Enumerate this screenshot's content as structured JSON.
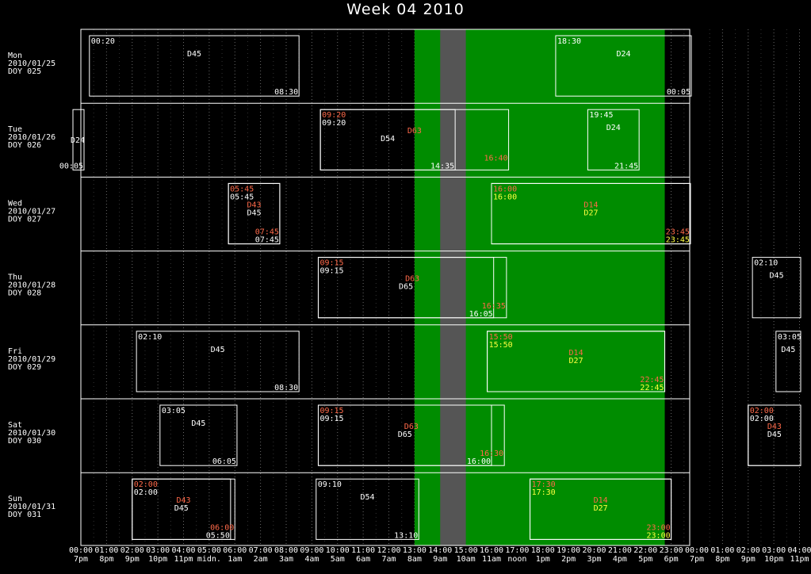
{
  "title": "Week 04 2010",
  "colors": {
    "background": "#000000",
    "frame": "#ffffff",
    "green_band": "#008c00",
    "gray_band": "#555555",
    "label_white": "#ffffff",
    "label_red": "#ff6a4a",
    "label_yellow": "#ffff40"
  },
  "chart_data": {
    "type": "timeline",
    "title": "Week 04 2010",
    "x_axis": {
      "utc_ticks": [
        "00:00",
        "01:00",
        "02:00",
        "03:00",
        "04:00",
        "05:00",
        "06:00",
        "07:00",
        "08:00",
        "09:00",
        "10:00",
        "11:00",
        "12:00",
        "13:00",
        "14:00",
        "15:00",
        "16:00",
        "17:00",
        "18:00",
        "19:00",
        "20:00",
        "21:00",
        "22:00",
        "23:00",
        "00:00",
        "01:00",
        "02:00",
        "03:00",
        "04:00"
      ],
      "local_ticks": [
        "7pm",
        "8pm",
        "9pm",
        "10pm",
        "11pm",
        "midn.",
        "1am",
        "2am",
        "3am",
        "4am",
        "5am",
        "6am",
        "7am",
        "8am",
        "9am",
        "10am",
        "11am",
        "noon",
        "1pm",
        "2pm",
        "3pm",
        "4pm",
        "5pm",
        "6pm",
        "7pm",
        "8pm",
        "9pm",
        "10pm",
        "11pm"
      ]
    },
    "bands": [
      {
        "color": "green",
        "start": "13:00",
        "end": "22:45"
      },
      {
        "color": "gray",
        "start": "14:00",
        "end": "15:00"
      }
    ],
    "days": [
      {
        "day": "Mon",
        "date": "2010/01/25",
        "doy": "DOY 025",
        "passes": [
          {
            "station": "D45",
            "start": "00:20",
            "end": "08:30",
            "color": "white"
          },
          {
            "station": "D24",
            "start": "18:30",
            "end": "00:05",
            "color": "white"
          }
        ]
      },
      {
        "day": "Tue",
        "date": "2010/01/26",
        "doy": "DOY 026",
        "passes": [
          {
            "station": "D24",
            "start": "",
            "end": "00:05",
            "color": "white"
          },
          {
            "station": "D63",
            "start": "09:20",
            "end": "16:40",
            "color": "red"
          },
          {
            "station": "D54",
            "start": "09:20",
            "end": "14:35",
            "color": "white"
          },
          {
            "station": "D24",
            "start": "19:45",
            "end": "21:45",
            "color": "white"
          }
        ]
      },
      {
        "day": "Wed",
        "date": "2010/01/27",
        "doy": "DOY 027",
        "passes": [
          {
            "station": "D43",
            "start": "05:45",
            "end": "07:45",
            "color": "red"
          },
          {
            "station": "D45",
            "start": "05:45",
            "end": "07:45",
            "color": "white"
          },
          {
            "station": "D14",
            "start": "16:00",
            "end": "23:45",
            "color": "red"
          },
          {
            "station": "D27",
            "start": "16:00",
            "end": "23:45",
            "color": "yellow"
          }
        ]
      },
      {
        "day": "Thu",
        "date": "2010/01/28",
        "doy": "DOY 028",
        "passes": [
          {
            "station": "D63",
            "start": "09:15",
            "end": "16:35",
            "color": "red"
          },
          {
            "station": "D65",
            "start": "09:15",
            "end": "16:05",
            "color": "white"
          },
          {
            "station": "D45",
            "start": "02:10",
            "end": "",
            "color": "white"
          }
        ]
      },
      {
        "day": "Fri",
        "date": "2010/01/29",
        "doy": "DOY 029",
        "passes": [
          {
            "station": "D45",
            "start": "02:10",
            "end": "08:30",
            "color": "white"
          },
          {
            "station": "D14",
            "start": "15:50",
            "end": "22:45",
            "color": "red"
          },
          {
            "station": "D27",
            "start": "15:50",
            "end": "22:45",
            "color": "yellow"
          },
          {
            "station": "D45",
            "start": "03:05",
            "end": "",
            "color": "white"
          }
        ]
      },
      {
        "day": "Sat",
        "date": "2010/01/30",
        "doy": "DOY 030",
        "passes": [
          {
            "station": "D45",
            "start": "03:05",
            "end": "06:05",
            "color": "white"
          },
          {
            "station": "D63",
            "start": "09:15",
            "end": "16:30",
            "color": "red"
          },
          {
            "station": "D65",
            "start": "09:15",
            "end": "16:00",
            "color": "white"
          },
          {
            "station": "D43",
            "start": "02:00",
            "end": "",
            "color": "red"
          },
          {
            "station": "D45",
            "start": "02:00",
            "end": "",
            "color": "white"
          }
        ]
      },
      {
        "day": "Sun",
        "date": "2010/01/31",
        "doy": "DOY 031",
        "passes": [
          {
            "station": "D43",
            "start": "02:00",
            "end": "06:00",
            "color": "red"
          },
          {
            "station": "D45",
            "start": "02:00",
            "end": "05:50",
            "color": "white"
          },
          {
            "station": "D54",
            "start": "09:10",
            "end": "13:10",
            "color": "white"
          },
          {
            "station": "D14",
            "start": "17:30",
            "end": "23:00",
            "color": "red"
          },
          {
            "station": "D27",
            "start": "17:30",
            "end": "23:00",
            "color": "yellow"
          }
        ]
      }
    ]
  }
}
